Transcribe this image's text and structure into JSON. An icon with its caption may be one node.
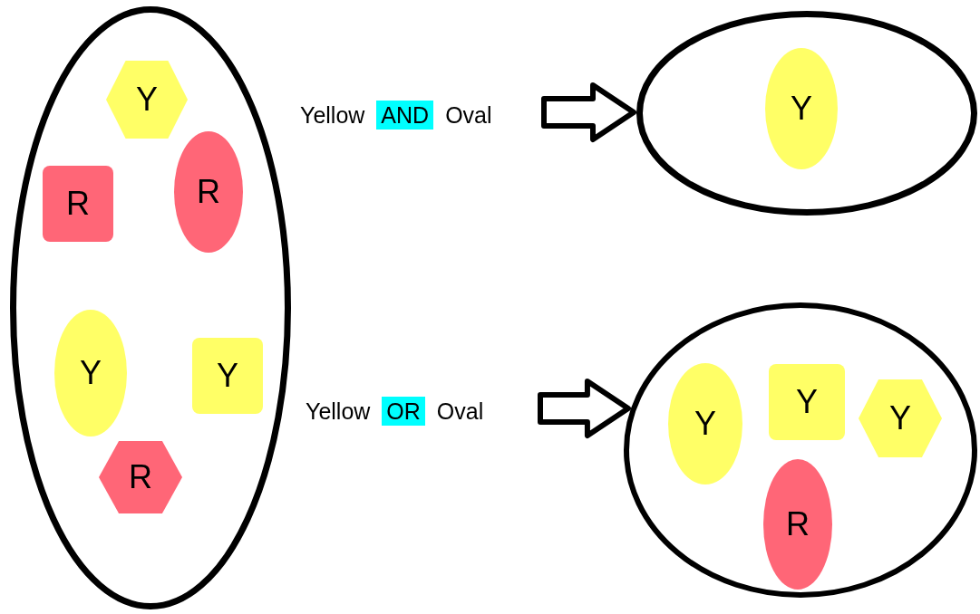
{
  "diagram": {
    "nodes": [
      {
        "text": [],
        "shape": "ellipse"
      },
      {
        "text": [
          "Y"
        ],
        "in": 0
      },
      {
        "text": [
          "R"
        ],
        "in": 0
      },
      {
        "text": [
          "R"
        ],
        "in": 0
      },
      {
        "text": [
          "Y"
        ],
        "in": 0
      },
      {
        "text": [
          "Y"
        ],
        "in": 0
      },
      {
        "text": [
          "R"
        ],
        "in": 0
      },
      {
        "text": [
          "Yellow",
          "AND",
          "Oval"
        ]
      },
      {
        "text": [],
        "shape": "ellipse"
      },
      {
        "text": [
          "Y"
        ],
        "in": 8
      },
      {
        "text": [
          "Yellow",
          "OR",
          "Oval"
        ]
      },
      {
        "text": [],
        "shape": "ellipse"
      },
      {
        "text": [
          "Y"
        ],
        "in": 11
      },
      {
        "text": [
          "Y"
        ],
        "in": 11
      },
      {
        "text": [
          "Y"
        ],
        "in": 11
      },
      {
        "text": [
          "R"
        ],
        "in": 11
      }
    ],
    "edges": [
      {
        "from": 7,
        "to": 8,
        "arrow": "to",
        "style": "thick"
      },
      {
        "from": 10,
        "to": 11,
        "arrow": "to",
        "style": "thick"
      }
    ]
  }
}
